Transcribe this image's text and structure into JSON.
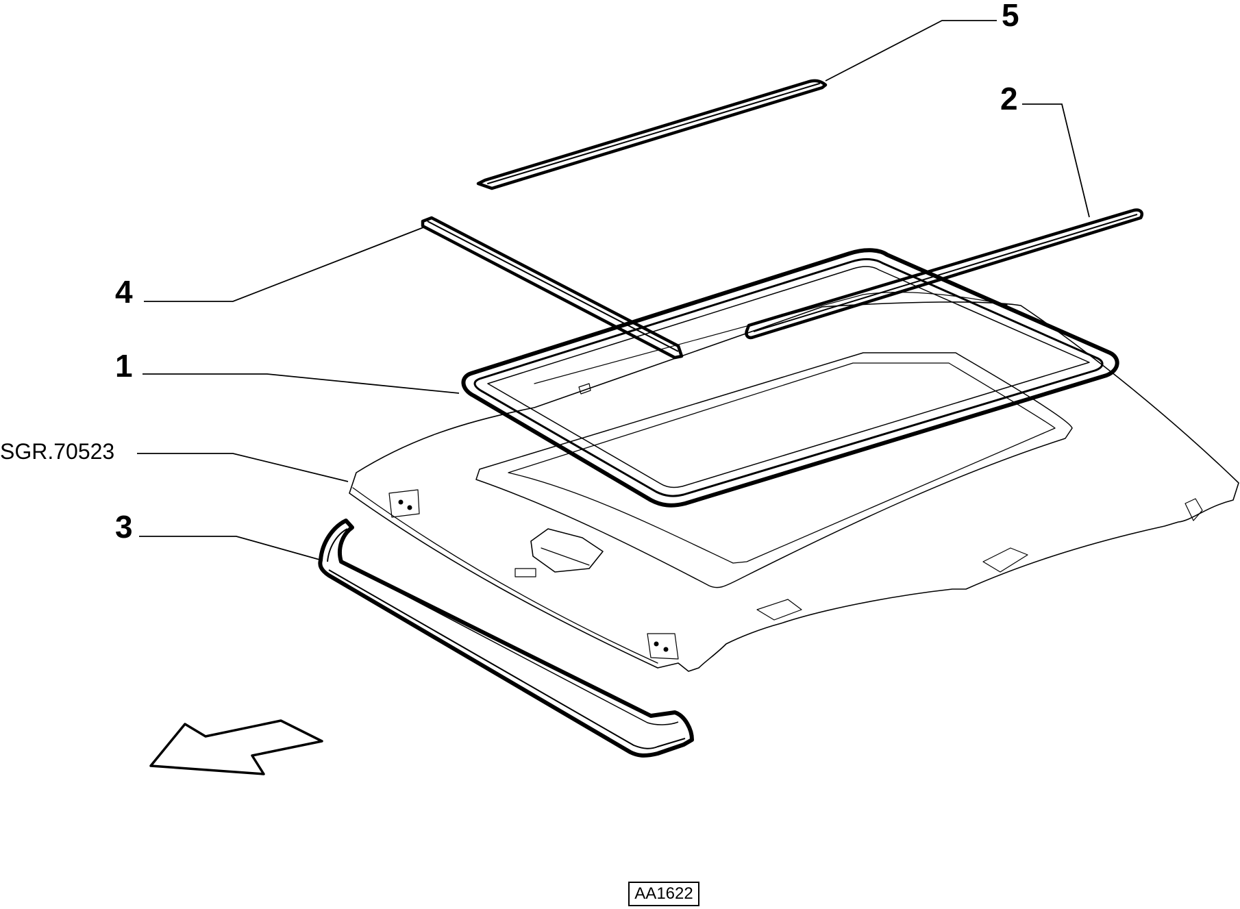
{
  "callouts": {
    "part_1": "1",
    "part_2": "2",
    "part_3": "3",
    "part_4": "4",
    "part_5": "5",
    "assembly_ref": "SGR.70523"
  },
  "drawing_code": "AA1622",
  "colors": {
    "ink": "#000000",
    "paper": "#ffffff"
  }
}
